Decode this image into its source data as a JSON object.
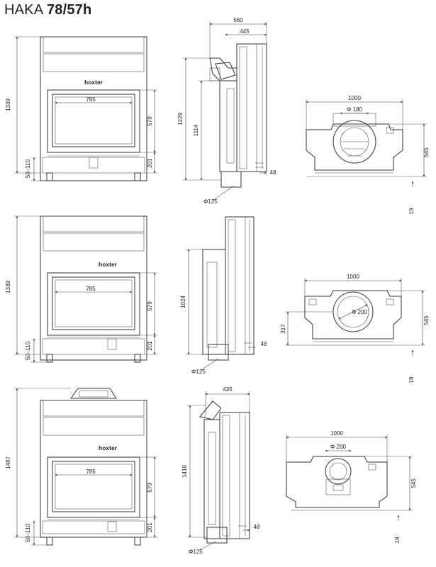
{
  "title": {
    "prefix": "HAKA",
    "model": "78/57h"
  },
  "brand": "hoxter",
  "rows": [
    {
      "front": {
        "height": "1339",
        "window_width": "785",
        "window_height": "579",
        "base": "201",
        "feet": "50–110"
      },
      "side": {
        "depth_total": "560",
        "depth_body": "445",
        "height_outer": "1229",
        "height_inner": "1114",
        "flange": "48",
        "inlet": "Φ125"
      },
      "top": {
        "width": "1000",
        "depth": "545",
        "flue": "Φ 180",
        "offset": "19"
      }
    },
    {
      "front": {
        "height": "1339",
        "window_width": "785",
        "window_height": "579",
        "base": "201",
        "feet": "50–110"
      },
      "side": {
        "height_inner": "1024",
        "flange": "48",
        "inlet": "Φ125"
      },
      "top": {
        "width": "1000",
        "depth": "545",
        "flue": "Φ 200",
        "offset": "19",
        "side_offset": "317"
      }
    },
    {
      "front": {
        "height": "1487",
        "window_width": "785",
        "window_height": "579",
        "base": "201",
        "feet": "50–110"
      },
      "side": {
        "depth_body": "435",
        "height_inner": "1416",
        "flange": "48",
        "inlet": "Φ125"
      },
      "top": {
        "width": "1000",
        "depth": "545",
        "flue": "Φ 200",
        "offset": "19"
      }
    }
  ]
}
